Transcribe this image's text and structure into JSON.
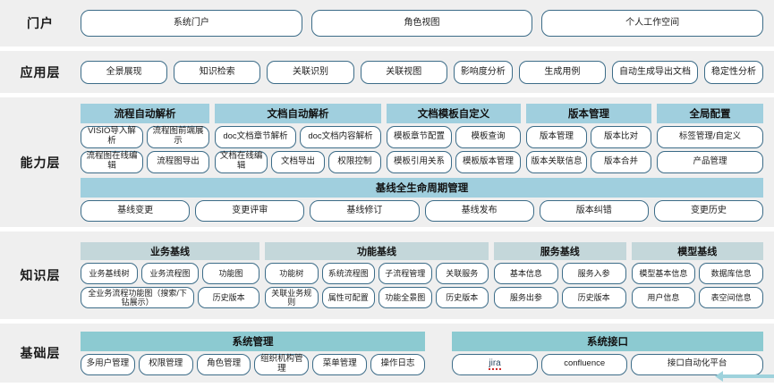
{
  "layers": [
    {
      "id": "portal",
      "label": "门户",
      "items": [
        "系统门户",
        "角色视图",
        "个人工作空间"
      ]
    },
    {
      "id": "application",
      "label": "应用层",
      "items": [
        "全景展现",
        "知识检索",
        "关联识别",
        "关联视图",
        "影响度分析",
        "生成用例",
        "自动生成导出文档",
        "稳定性分析"
      ]
    },
    {
      "id": "capability",
      "label": "能力层",
      "groups": [
        {
          "title": "流程自动解析",
          "rows": [
            [
              "VISIO导入解析",
              "流程图前端展示"
            ],
            [
              "流程图在线编辑",
              "流程图导出"
            ]
          ]
        },
        {
          "title": "文档自动解析",
          "rows": [
            [
              "doc文档章节解析",
              "doc文档内容解析"
            ],
            [
              "文档在线编辑",
              "文档导出",
              "权限控制"
            ]
          ]
        },
        {
          "title": "文档模板自定义",
          "rows": [
            [
              "模板章节配置",
              "模板查询"
            ],
            [
              "模板引用关系",
              "模板版本管理"
            ]
          ]
        },
        {
          "title": "版本管理",
          "rows": [
            [
              "版本管理",
              "版本比对"
            ],
            [
              "版本关联信息",
              "版本合并"
            ]
          ]
        },
        {
          "title": "全局配置",
          "rows": [
            [
              "标签管理/自定义"
            ],
            [
              "产品管理"
            ]
          ]
        }
      ],
      "lifecycle": {
        "title": "基线全生命周期管理",
        "items": [
          "基线变更",
          "变更评审",
          "基线修订",
          "基线发布",
          "版本纠错",
          "变更历史"
        ]
      }
    },
    {
      "id": "knowledge",
      "label": "知识层",
      "groups": [
        {
          "title": "业务基线",
          "rows": [
            [
              "业务基线树",
              "业务流程图",
              "功能图"
            ],
            [
              "全业务流程功能图（搜索/下钻展示）",
              "历史版本"
            ]
          ]
        },
        {
          "title": "功能基线",
          "rows": [
            [
              "功能树",
              "系统流程图",
              "子流程管理",
              "关联服务"
            ],
            [
              "关联业务规则",
              "属性可配置",
              "功能全景图",
              "历史版本"
            ]
          ]
        },
        {
          "title": "服务基线",
          "rows": [
            [
              "基本信息",
              "服务入参"
            ],
            [
              "服务出参",
              "历史版本"
            ]
          ]
        },
        {
          "title": "模型基线",
          "rows": [
            [
              "模型基本信息",
              "数据库信息"
            ],
            [
              "用户信息",
              "表空间信息"
            ]
          ]
        }
      ]
    },
    {
      "id": "base",
      "label": "基础层",
      "groups": [
        {
          "title": "系统管理",
          "rows": [
            [
              "多用户管理",
              "权限管理",
              "角色管理",
              "组织机构管理",
              "菜单管理",
              "操作日志"
            ]
          ]
        },
        {
          "title": "系统接口",
          "rows": [
            [
              "jira",
              "confluence",
              "接口自动化平台"
            ]
          ]
        }
      ]
    }
  ],
  "colors": {
    "band_bg": "#efefef",
    "capability_header": "#a0cfde",
    "knowledge_header": "#c4d7da",
    "base_header": "#8ccad1",
    "pill_border": "#3c6c88",
    "arrow": "#9ed2dc"
  }
}
